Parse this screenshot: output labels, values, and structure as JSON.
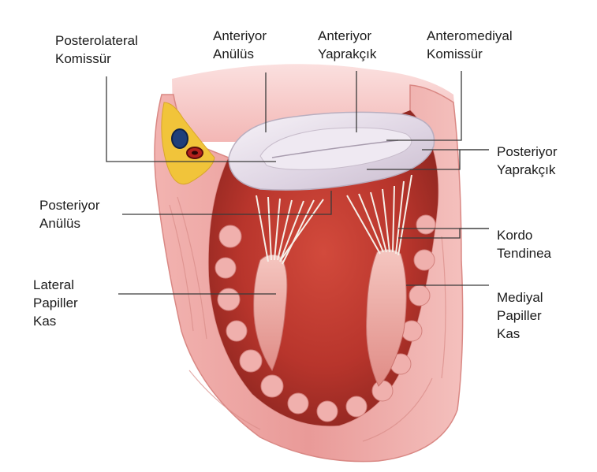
{
  "labels": {
    "posterolateral_commissure": [
      "Posterolateral",
      "Komissür"
    ],
    "anterior_annulus": [
      "Anteriyor",
      "Anülüs"
    ],
    "anterior_leaflet": [
      "Anteriyor",
      "Yaprakçık"
    ],
    "anteromedial_commissure": [
      "Anteromediyal",
      "Komissür"
    ],
    "posterior_leaflet": [
      "Posteriyor",
      "Yaprakçık"
    ],
    "posterior_annulus": [
      "Posteriyor",
      "Anülüs"
    ],
    "chordae_tendineae": [
      "Kordo",
      "Tendinea"
    ],
    "lateral_papillary_muscle": [
      "Lateral",
      "Papiller",
      "Kas"
    ],
    "medial_papillary_muscle": [
      "Mediyal",
      "Papiller",
      "Kas"
    ]
  },
  "colors": {
    "myocardium": "#eaa0a0",
    "cavity": "#c0392b",
    "valve": "#ece6ee",
    "fat": "#f1c43a",
    "leader_line": "#3a3a3a"
  }
}
